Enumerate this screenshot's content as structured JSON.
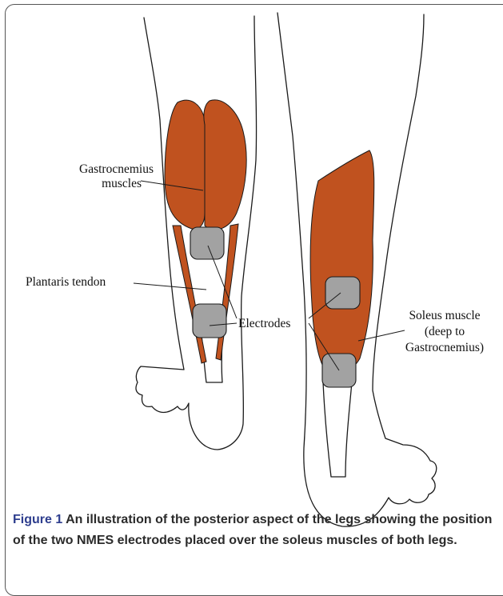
{
  "labels": {
    "gastrocnemius_line1": "Gastrocnemius",
    "gastrocnemius_line2": "muscles",
    "plantaris": "Plantaris tendon",
    "electrodes": "Electrodes",
    "soleus_line1": "Soleus muscle",
    "soleus_line2": "(deep to",
    "soleus_line3": "Gastrocnemius)"
  },
  "caption": {
    "figure_id": "Figure 1",
    "text": "An illustration of the posterior aspect of the legs showing the position of the two NMES electrodes placed over the soleus muscles of both legs."
  },
  "colors": {
    "muscle": "#c0521f",
    "electrode": "#a2a2a2",
    "outline": "#1a1a1a",
    "caption_id": "#2e3e8e"
  }
}
